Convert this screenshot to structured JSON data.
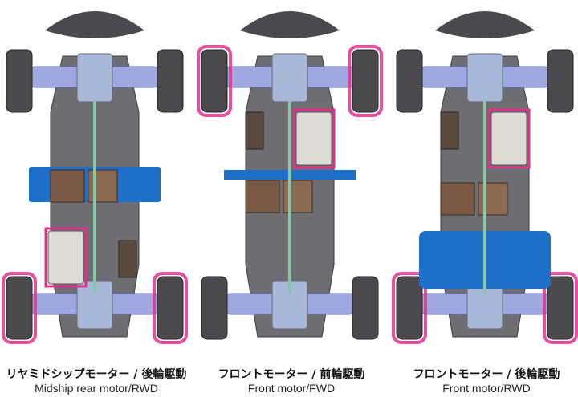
{
  "layouts": [
    {
      "caption_jp": "リヤミドシップモーター / 後輪駆動",
      "caption_en": "Midship rear motor/RWD",
      "motor": "rear-midship",
      "drive": "RWD"
    },
    {
      "caption_jp": "フロントモーター / 前輪駆動",
      "caption_en": "Front motor/FWD",
      "motor": "front",
      "drive": "FWD"
    },
    {
      "caption_jp": "フロントモーター / 後輪駆動",
      "caption_en": "Front motor/RWD",
      "motor": "front",
      "drive": "RWD"
    }
  ],
  "colors": {
    "highlight": "#e0308c",
    "battery": "#1e6fc8",
    "chassis": "#6e6e72",
    "tire": "#4a4a4c",
    "arm": "#9fa8e0",
    "motor": "#dcdcd4",
    "esc": "#7a5a44"
  }
}
